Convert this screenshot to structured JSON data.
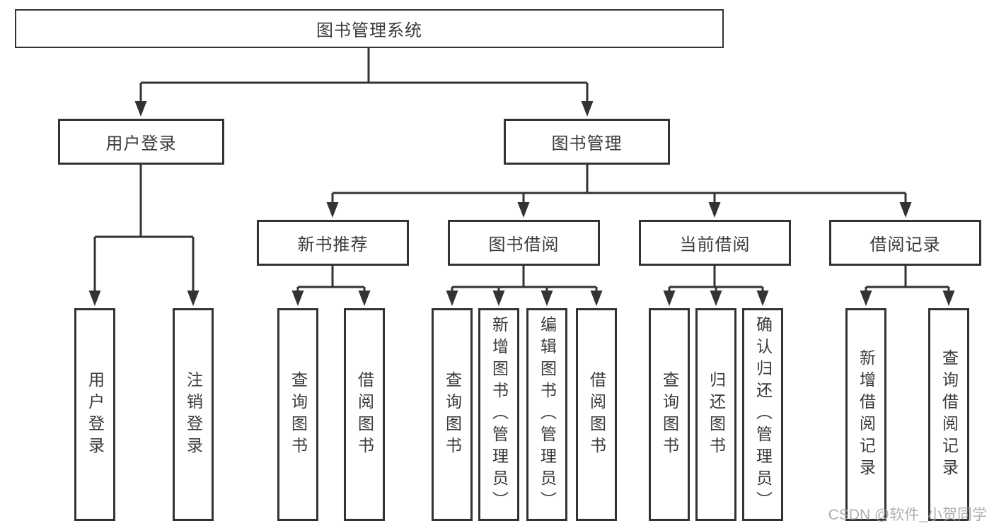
{
  "diagram": {
    "root": "图书管理系统",
    "branches": [
      {
        "label": "用户登录",
        "leaves": [
          "用户登录",
          "注销登录"
        ]
      },
      {
        "label": "图书管理",
        "groups": [
          {
            "label": "新书推荐",
            "leaves": [
              "查询图书",
              "借阅图书"
            ]
          },
          {
            "label": "图书借阅",
            "leaves": [
              "查询图书",
              "新增图书（管理员）",
              "编辑图书（管理员）",
              "借阅图书"
            ]
          },
          {
            "label": "当前借阅",
            "leaves": [
              "查询图书",
              "归还图书",
              "确认归还（管理员）"
            ]
          },
          {
            "label": "借阅记录",
            "leaves": [
              "新增借阅记录",
              "查询借阅记录"
            ]
          }
        ]
      }
    ]
  },
  "watermark": "CSDN @软件_小贺同学",
  "colors": {
    "line": "#333333",
    "box_border": "#333333",
    "box_fill": "#ffffff",
    "text": "#3a3a3a",
    "watermark": "#a0a0a0",
    "background": "#ffffff"
  }
}
